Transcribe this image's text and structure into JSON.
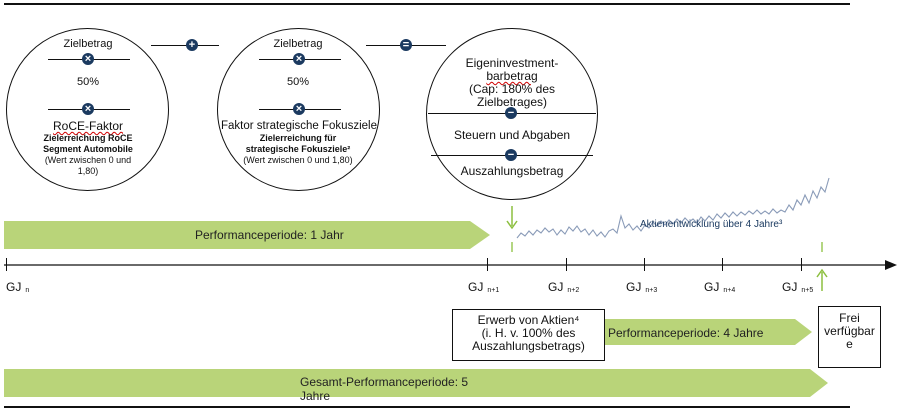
{
  "formula": {
    "circle1": {
      "title": "Zielbetrag",
      "value": "50%",
      "factor_title": "RoCE-Faktor",
      "factor_desc_line1": "Zielerreichung RoCE",
      "factor_desc_line2": "Segment Automobile",
      "factor_range_line1": "(Wert zwischen 0 und",
      "factor_range_line2": "1,80)"
    },
    "circle2": {
      "title": "Zielbetrag",
      "value": "50%",
      "factor_title": "Faktor strategische Fokusziele",
      "factor_desc_line1": "Zielerreichung für",
      "factor_desc_line2": "strategische Fokusziele²",
      "factor_range_line1": "(Wert zwischen 0 und 1,80)"
    },
    "plus_symbol": "+",
    "equals_symbol": "=",
    "times_symbol": "×",
    "minus_symbol": "−",
    "result": {
      "line1": "Eigeninvestment-",
      "line2": "barbetrag",
      "line3": "(Cap: 180% des",
      "line4": "Zielbetrages)",
      "taxes": "Steuern und Abgaben",
      "payout": "Auszahlungsbetrag"
    }
  },
  "timeline": {
    "performance_1": "Performanceperiode: 1 Jahr",
    "share_development": "Aktienentwicklung über 4 Jahre³",
    "years": [
      {
        "label": "GJ",
        "sub": "n"
      },
      {
        "label": "GJ",
        "sub": "n+1"
      },
      {
        "label": "GJ",
        "sub": "n+2"
      },
      {
        "label": "GJ",
        "sub": "n+3"
      },
      {
        "label": "GJ",
        "sub": "n+4"
      },
      {
        "label": "GJ",
        "sub": "n+5"
      }
    ],
    "acquisition_line1": "Erwerb von Aktien⁴",
    "acquisition_line2": "(i. H. v. 100% des",
    "acquisition_line3": "Auszahlungsbetrags)",
    "performance_4": "Performanceperiode: 4 Jahre",
    "free_line1": "Frei",
    "free_line2": "verfügbar",
    "free_line3": "e",
    "total_line1": "Gesamt-Performanceperiode: 5",
    "total_line2": "Jahre"
  },
  "colors": {
    "arrow_green": "#b9d479",
    "operator_blue": "#1b3a60",
    "stock_line": "#8a9bb8",
    "marker_green": "#8cbf3f"
  }
}
